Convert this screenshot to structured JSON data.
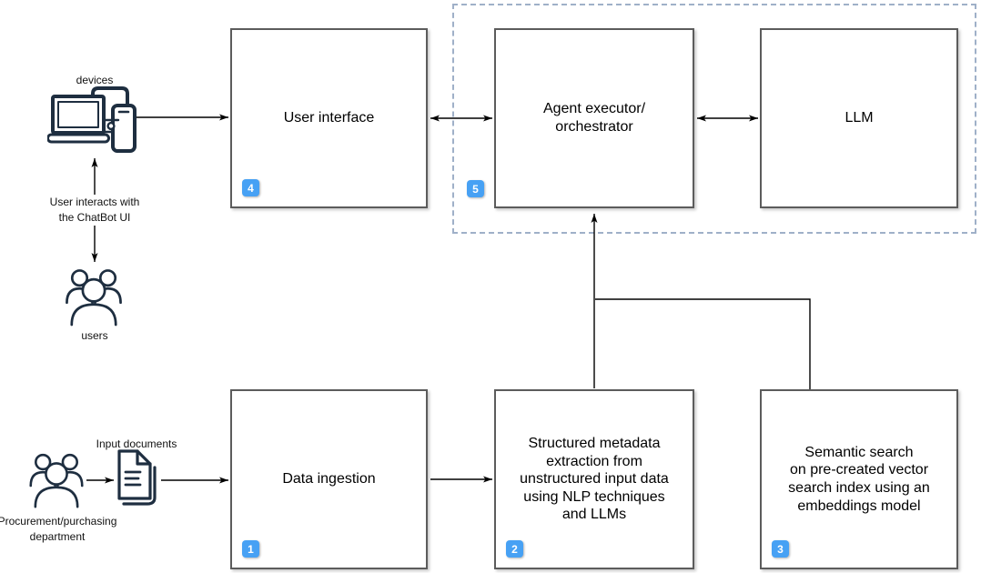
{
  "nodes": {
    "user_interface": {
      "label": "User interface",
      "badge": "4"
    },
    "agent_executor": {
      "label": "Agent executor/\norchestrator",
      "badge": "5"
    },
    "llm": {
      "label": "LLM"
    },
    "data_ingestion": {
      "label": "Data ingestion",
      "badge": "1"
    },
    "metadata_extraction": {
      "label": "Structured metadata\nextraction from\nunstructured input data\nusing NLP techniques\nand LLMs",
      "badge": "2"
    },
    "semantic_search": {
      "label": "Semantic search\non pre-created vector\nsearch index using an\nembeddings model",
      "badge": "3"
    }
  },
  "actors": {
    "devices": {
      "label": "devices",
      "icon": "laptop-phone-icon"
    },
    "users": {
      "label": "users",
      "icon": "user-group-icon"
    },
    "procurement": {
      "label": "Procurement/purchasing\ndepartment",
      "icon": "user-group-icon"
    },
    "input_documents": {
      "label": "Input documents",
      "icon": "documents-icon"
    }
  },
  "edge_labels": {
    "user_interaction": "User interacts with\nthe ChatBot UI"
  },
  "colors": {
    "badge_blue": "#47a1f4",
    "box_border": "#5c5c5c",
    "dashed_group_border": "#9fb0c8",
    "icon_stroke": "#1e2e40",
    "connector": "#000000",
    "text": "#000000",
    "background": "#ffffff"
  }
}
